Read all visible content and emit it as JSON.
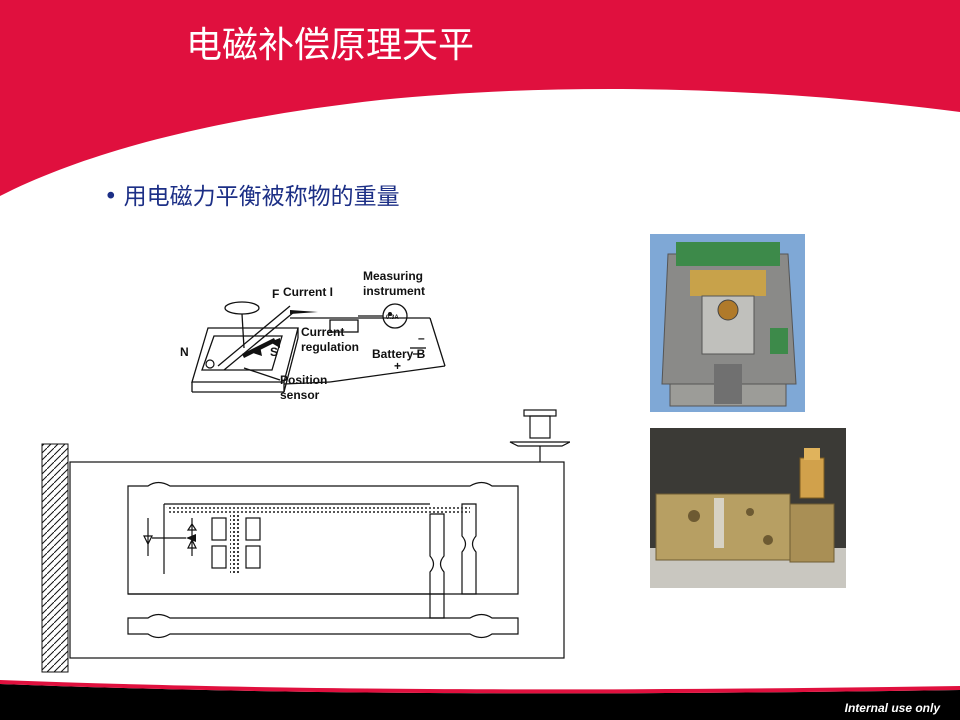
{
  "slide": {
    "title": "电磁补偿原理天平",
    "bullet": "用电磁力平衡被称物的重量",
    "footer_note": "Internal use only"
  },
  "principle_figure": {
    "labels": {
      "f": "F",
      "current": "Current I",
      "measuring_line1": "Measuring",
      "measuring_line2": "instrument",
      "meter_reading": "0.3A",
      "current_reg_line1": "Current",
      "current_reg_line2": "regulation",
      "minus": "–",
      "battery": "Battery B",
      "plus": "+",
      "north": "N",
      "south": "S",
      "position_line1": "Position",
      "position_line2": "sensor"
    }
  },
  "colors": {
    "brand_red": "#e0103e",
    "text_blue": "#1c2f86",
    "footer_black": "#000000"
  }
}
